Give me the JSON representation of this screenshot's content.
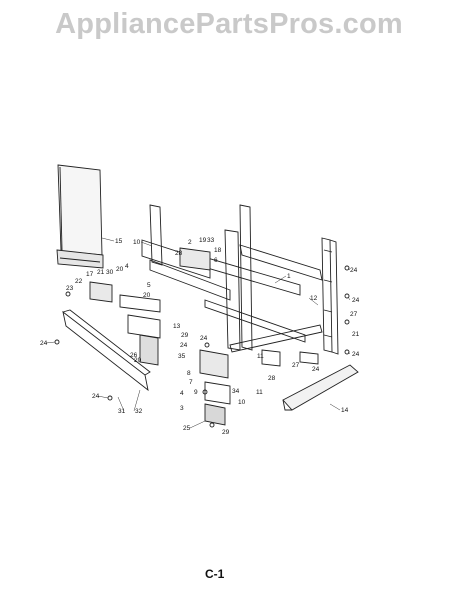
{
  "watermark": "AppliancePartsPros.com",
  "page_number": "C-1",
  "callouts": [
    "15",
    "10",
    "2",
    "19",
    "33",
    "18",
    "28",
    "6",
    "1",
    "4",
    "22",
    "17",
    "21",
    "30",
    "20",
    "23",
    "5",
    "20",
    "12",
    "27",
    "24",
    "24",
    "24",
    "11",
    "13",
    "29",
    "24",
    "21",
    "35",
    "26",
    "27",
    "8",
    "7",
    "20",
    "28",
    "24",
    "9",
    "34",
    "10",
    "11",
    "14",
    "24",
    "4",
    "3",
    "25",
    "29",
    "31",
    "32",
    "24",
    "24"
  ]
}
